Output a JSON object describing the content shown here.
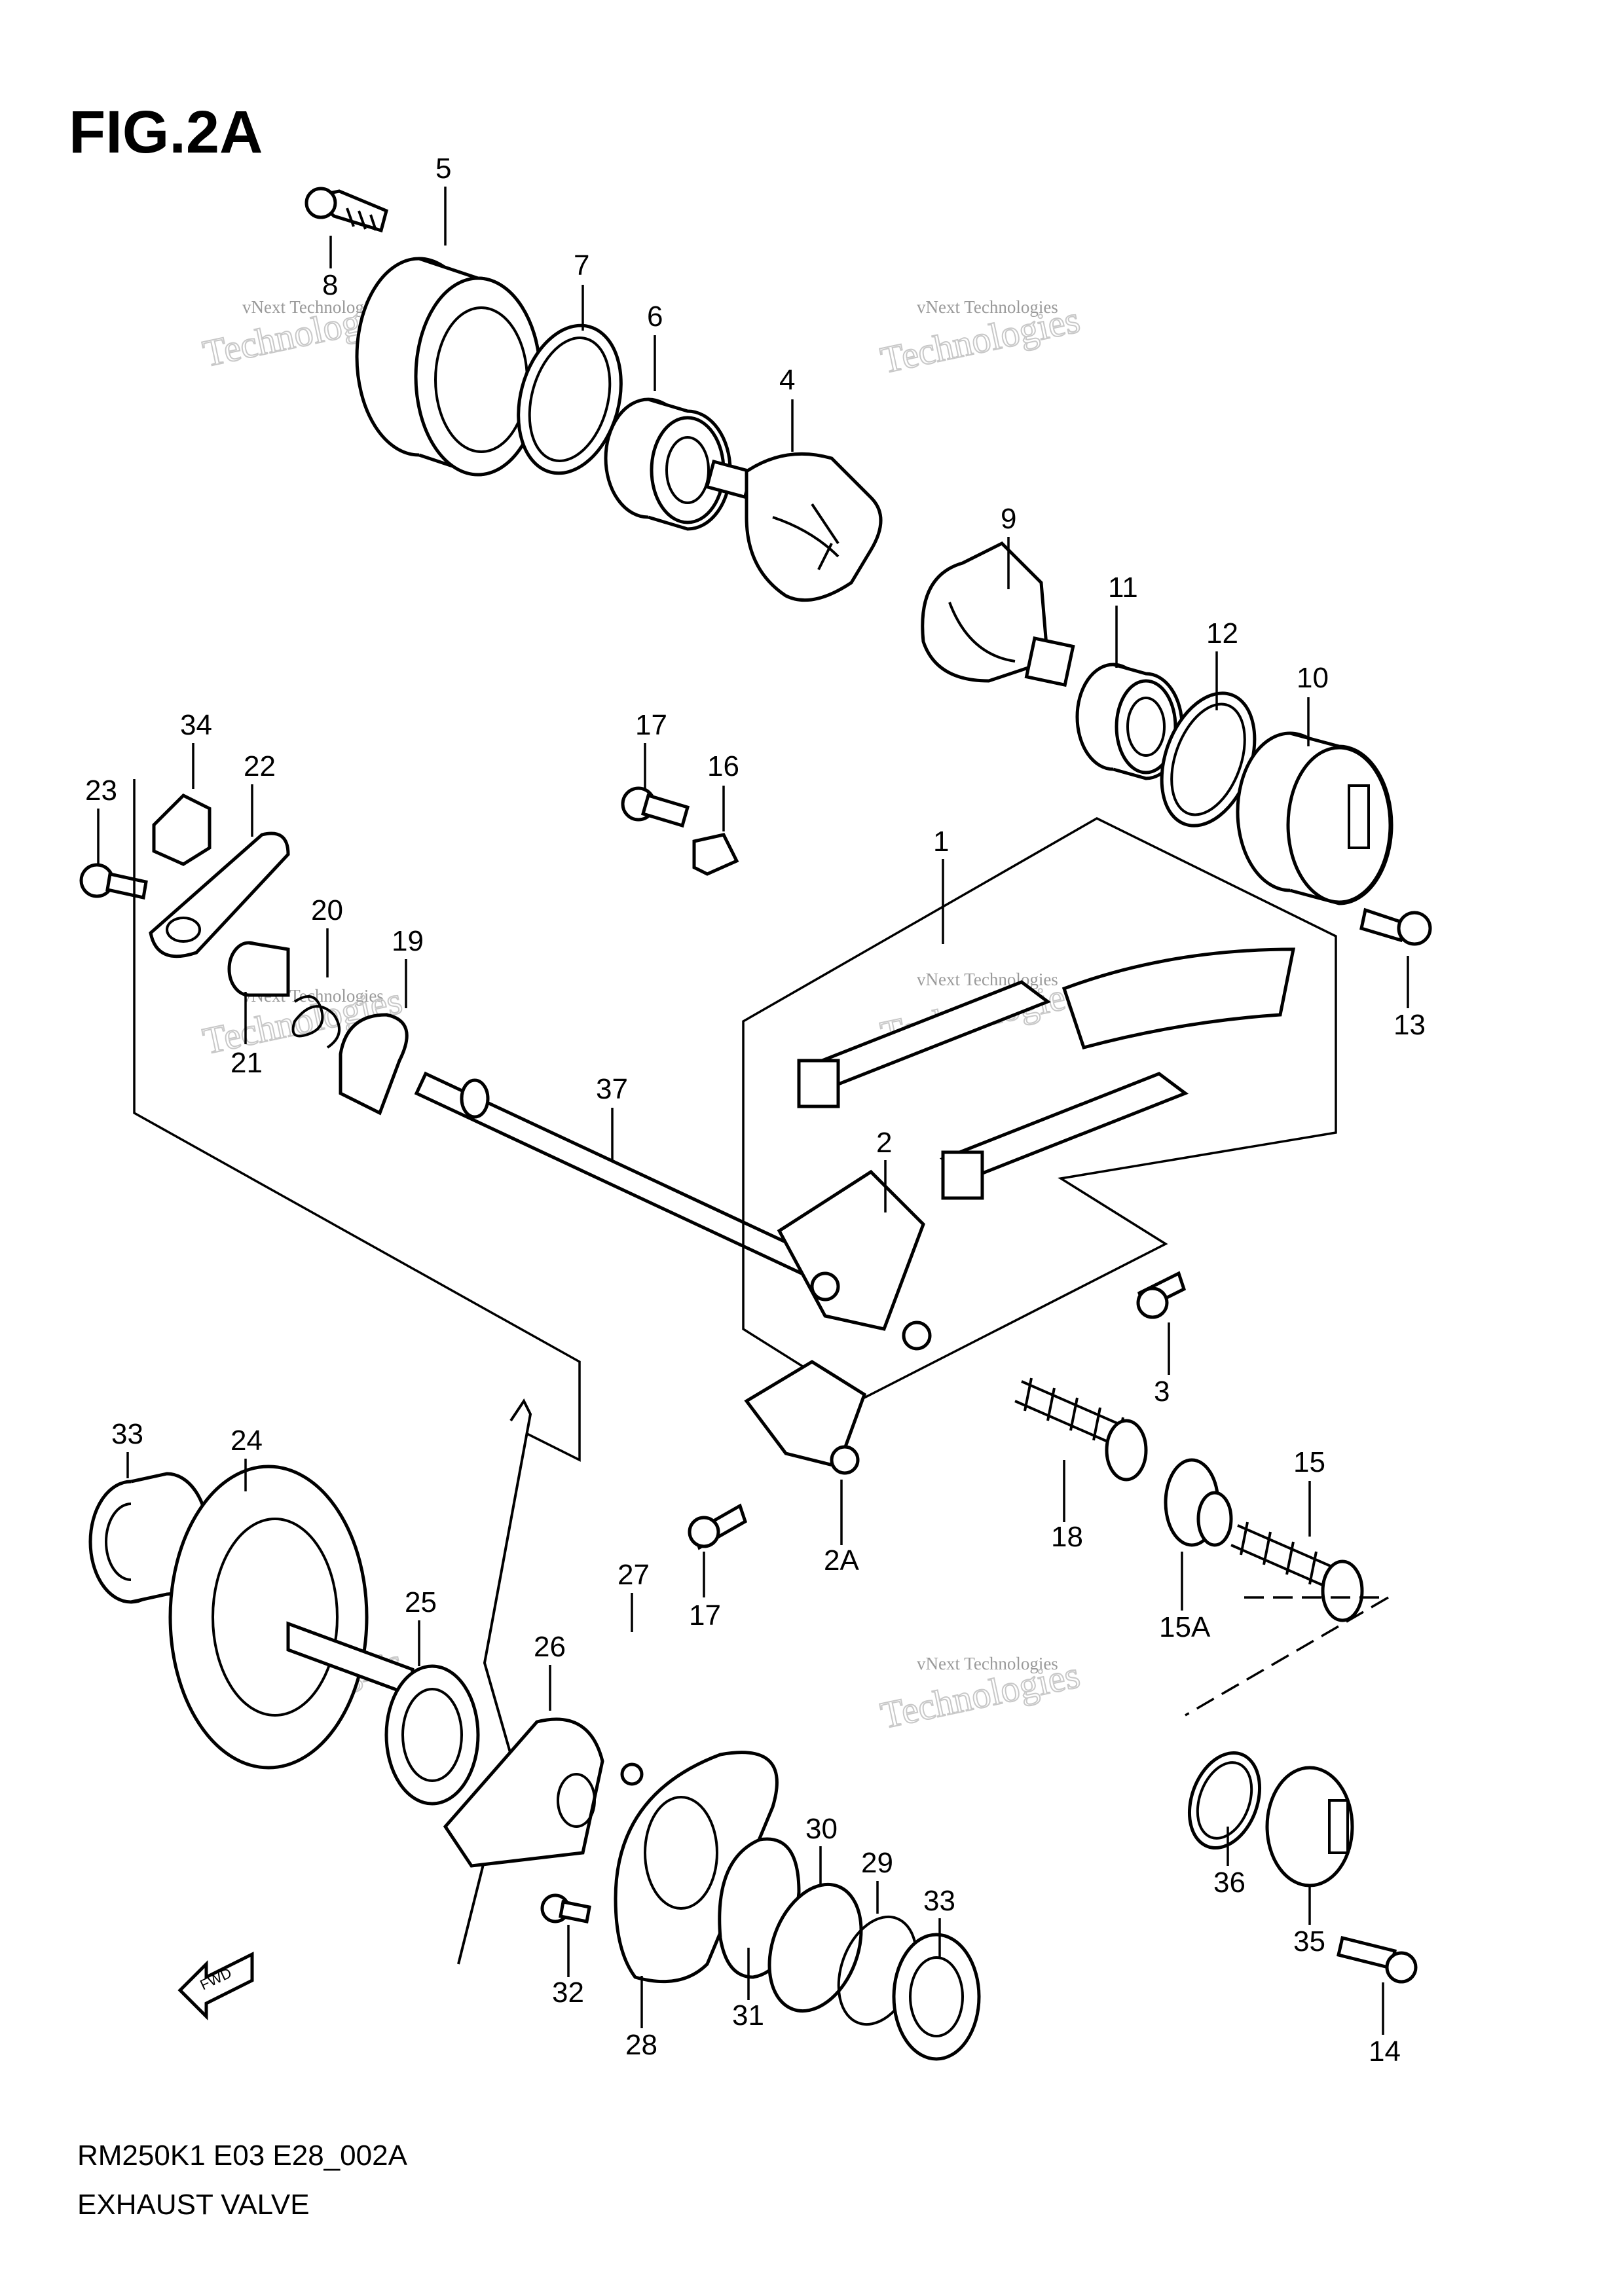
{
  "figure": {
    "title": "FIG.2A",
    "model_code": "RM250K1 E03 E28_002A",
    "caption": "EXHAUST VALVE"
  },
  "fwd_arrow_label": "FWD",
  "watermark": {
    "line1": "vNext Technologies",
    "line2": "Technologies",
    "color": "#bdbdbd"
  },
  "callouts": [
    "5",
    "7",
    "8",
    "6",
    "4",
    "9",
    "11",
    "12",
    "10",
    "17",
    "16",
    "34",
    "22",
    "23",
    "20",
    "19",
    "21",
    "1",
    "13",
    "37",
    "2",
    "3",
    "33",
    "24",
    "25",
    "26",
    "27",
    "2A",
    "18",
    "15",
    "17",
    "15A",
    "30",
    "29",
    "33",
    "36",
    "35",
    "32",
    "28",
    "31",
    "14"
  ],
  "colors": {
    "line": "#000000",
    "background": "#ffffff"
  }
}
